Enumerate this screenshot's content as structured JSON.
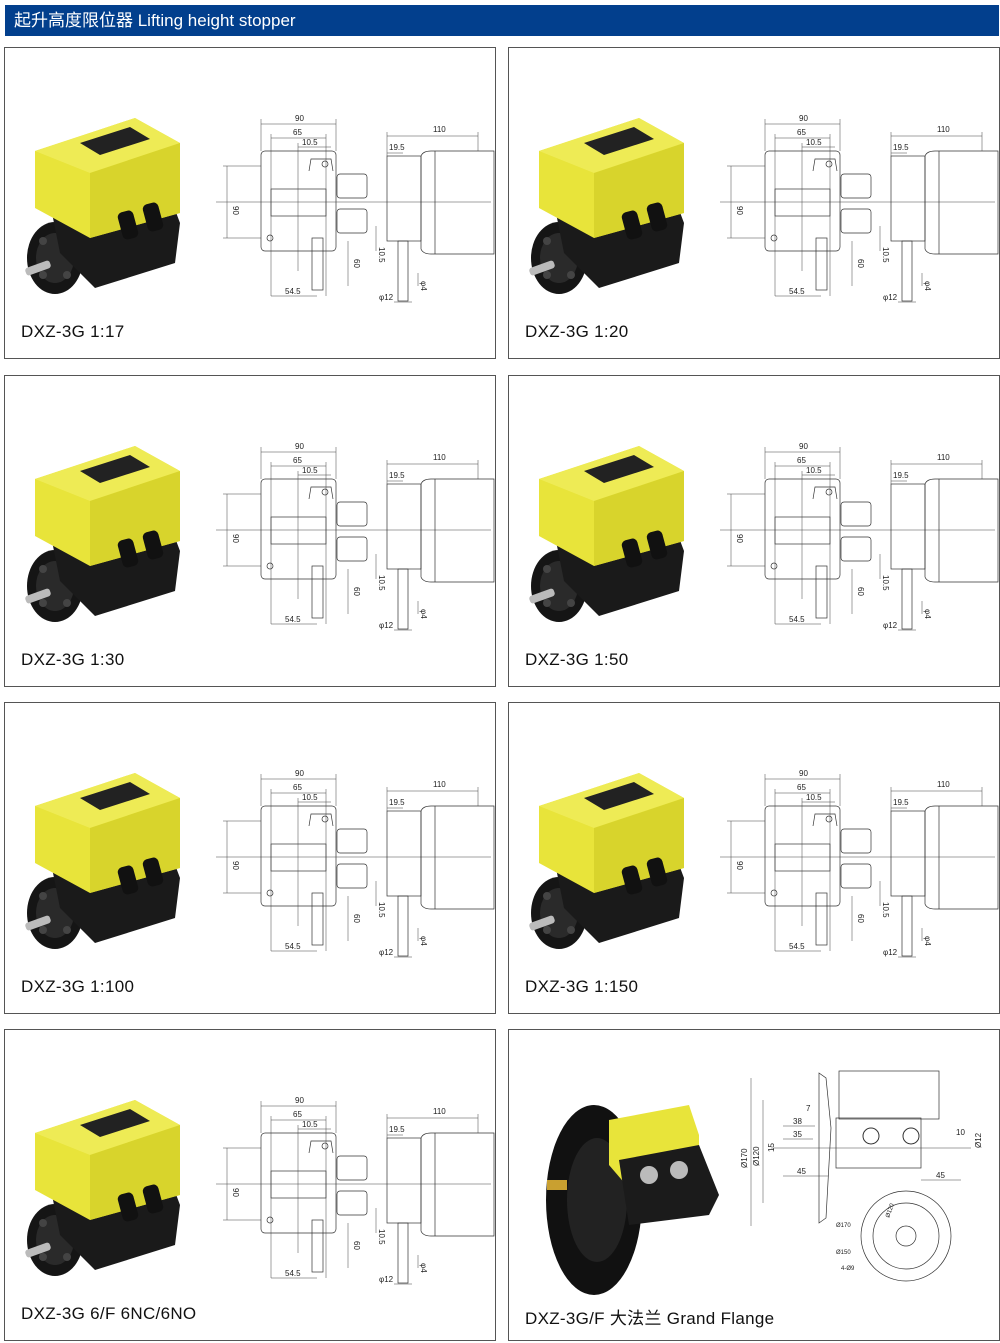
{
  "header": {
    "title": "起升高度限位器 Lifting height stopper"
  },
  "products": [
    {
      "label": "DXZ-3G 1:17"
    },
    {
      "label": "DXZ-3G 1:20"
    },
    {
      "label": "DXZ-3G 1:30"
    },
    {
      "label": "DXZ-3G 1:50"
    },
    {
      "label": "DXZ-3G 1:100"
    },
    {
      "label": "DXZ-3G 1:150"
    },
    {
      "label": "DXZ-3G 6/F 6NC/6NO"
    },
    {
      "label": "DXZ-3G/F 大法兰 Grand Flange"
    }
  ],
  "drawing": {
    "w90": "90",
    "w65": "65",
    "w10_5": "10.5",
    "h90": "90",
    "h60": "60",
    "w54_5": "54.5",
    "w110": "110",
    "w19_5": "19.5",
    "v10_5": "10.5",
    "phi12": "φ12",
    "phi4": "φ4"
  },
  "flange": {
    "d170": "Ø170",
    "d120": "Ø120",
    "w7": "7",
    "w38": "38",
    "w35": "35",
    "h15": "15",
    "w45a": "45",
    "w10": "10",
    "d12": "Ø12",
    "w45b": "45",
    "b170": "Ø170",
    "b120": "Ø120",
    "b150": "Ø150",
    "holes": "4-Ø9"
  },
  "colors": {
    "header": "#023f8d",
    "housing": "#e8e43a",
    "base": "#1a1a1a"
  }
}
